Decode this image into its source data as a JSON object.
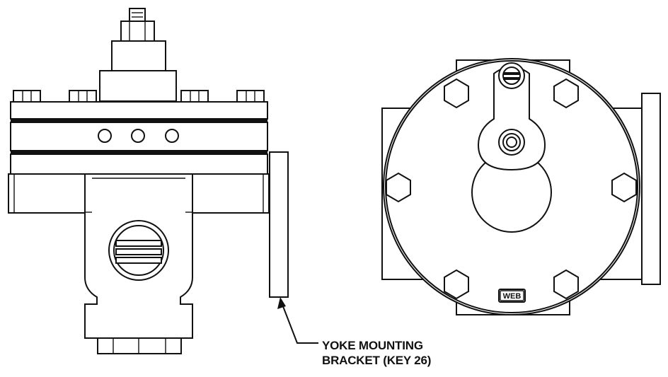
{
  "callout": {
    "line1": "YOKE MOUNTING",
    "line2": "BRACKET (KEY 26)"
  },
  "stamp": {
    "text": "WEB"
  }
}
